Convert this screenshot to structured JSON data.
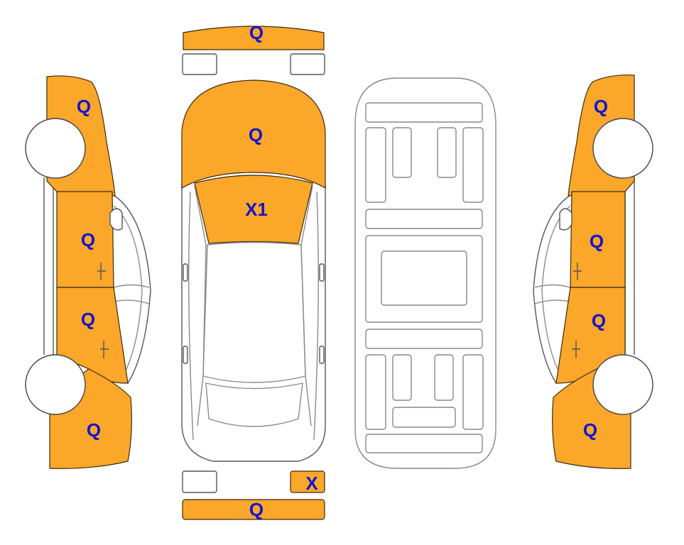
{
  "colors": {
    "damaged_panel": "#FBA72A",
    "label": "#1414CC",
    "outline": "#555555"
  },
  "labels": {
    "front_bumper": "Q",
    "hood": "Q",
    "windshield": "X1",
    "rear_small_right": "X",
    "rear_bumper": "Q",
    "left_front_fender": "Q",
    "left_front_door": "Q",
    "left_rear_door": "Q",
    "left_rear_quarter": "Q",
    "right_front_fender": "Q",
    "right_front_door": "Q",
    "right_rear_door": "Q",
    "right_rear_quarter": "Q"
  }
}
